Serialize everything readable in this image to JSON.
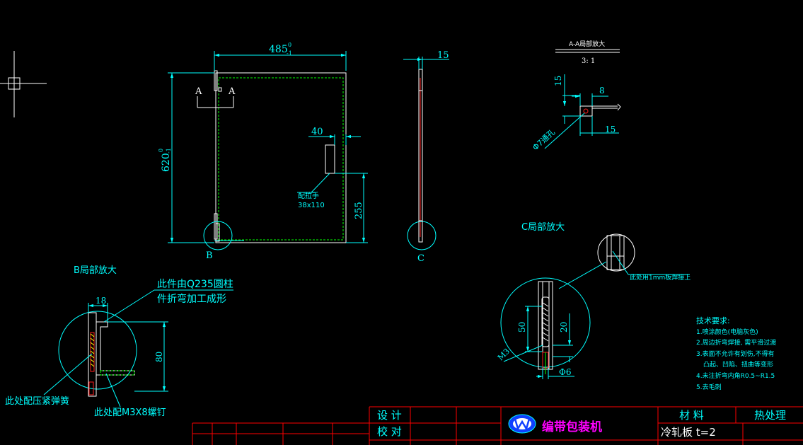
{
  "colors": {
    "background": "#000000",
    "outline": "#ffffff",
    "dimension": "#00ffff",
    "hidden_line": "#00ff00",
    "title_block": "#ff0000",
    "logo_text": "#ff00ff",
    "detail_red": "#ff2020",
    "green_detail": "#00c000"
  },
  "front_view": {
    "width_dim": "485",
    "width_tol_upper": "0",
    "width_tol_lower": "-1",
    "height_dim": "620",
    "height_tol_upper": "0",
    "height_tol_lower": "-1",
    "handle_offset_dim": "40",
    "handle_height_dim": "255",
    "handle_note_line1": "配拉手",
    "handle_note_line2": "38x110",
    "section_label_left": "A",
    "section_label_right": "A",
    "detail_b_label": "B"
  },
  "side_view": {
    "thickness_dim": "15",
    "detail_c_label": "C"
  },
  "section_aa": {
    "title": "A-A局部放大",
    "scale": "3: 1",
    "dim_15_vertical": "15",
    "dim_8": "8",
    "dim_15_horizontal": "15",
    "hole_note": "Φ7通孔"
  },
  "detail_b": {
    "title": "B局部放大",
    "note_line1": "此件由Q235圆柱",
    "note_line2": "件折弯加工成形",
    "dim_18": "18",
    "dim_80": "80",
    "spring_note": "此处配压紧弹簧",
    "screw_note": "此处配M3X8螺钉"
  },
  "detail_c": {
    "title": "C局部放大",
    "weld_note": "此处用1mm板焊接上",
    "dim_50": "50",
    "dim_20": "20",
    "dim_m3": "M3",
    "dim_phi6": "Φ6"
  },
  "tech_requirements": {
    "title": "技术要求:",
    "items": [
      "1.喷涂颜色(电脑灰色)",
      "2.周边折弯焊接, 需平滑过渡",
      "3.表面不允许有划伤,不得有",
      "凸起、凹陷、扭曲等变形",
      "4.未注折弯内角R0.5~R1.5",
      "5.去毛刺"
    ]
  },
  "title_block": {
    "design_label": "设 计",
    "check_label": "校 对",
    "company": "编带包装机",
    "material_label": "材 料",
    "heat_treatment_label": "热处理",
    "material_value": "冷轧板 t=2"
  }
}
